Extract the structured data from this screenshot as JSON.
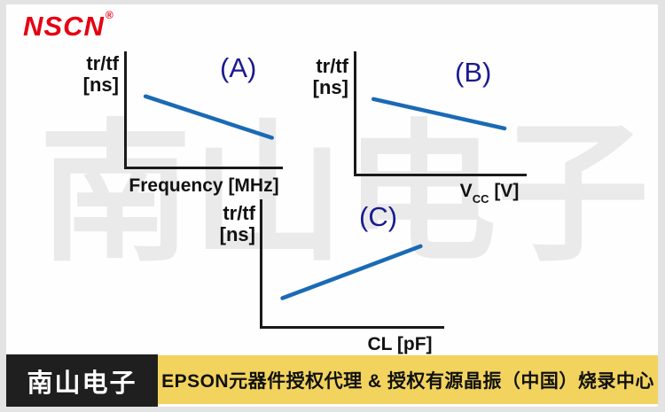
{
  "page": {
    "frame_color": "#e3e3e3",
    "content_background": "#fefefe"
  },
  "logo": {
    "text": "NSCN",
    "registered_mark": "®",
    "color": "#e60012"
  },
  "watermark": {
    "text": "南山电子"
  },
  "charts": [
    {
      "panel": "(A)",
      "ylabel_line1": "tr/tf",
      "ylabel_line2": "[ns]",
      "xlabel": "Frequency [MHz]"
    },
    {
      "panel": "(B)",
      "ylabel_line1": "tr/tf",
      "ylabel_line2": "[ns]",
      "xlabel_main": "V",
      "xlabel_sub": "CC",
      "xlabel_unit": "[V]"
    },
    {
      "panel": "(C)",
      "ylabel_line1": "tr/tf",
      "ylabel_line2": "[ns]",
      "xlabel": "CL [pF]"
    }
  ],
  "chart_data": [
    {
      "type": "line",
      "title": "(A)",
      "xlabel": "Frequency [MHz]",
      "ylabel": "tr/tf [ns]",
      "axes_numeric_ticks": false,
      "trend": "decreasing",
      "points": [
        {
          "x": 0.12,
          "y": 0.61
        },
        {
          "x": 0.93,
          "y": 0.25
        }
      ],
      "line_color": "#1a6ab5"
    },
    {
      "type": "line",
      "title": "(B)",
      "xlabel": "Vcc [V]",
      "ylabel": "tr/tf [ns]",
      "axes_numeric_ticks": false,
      "trend": "slightly decreasing",
      "points": [
        {
          "x": 0.1,
          "y": 0.61
        },
        {
          "x": 0.87,
          "y": 0.37
        }
      ],
      "line_color": "#1a6ab5"
    },
    {
      "type": "line",
      "title": "(C)",
      "xlabel": "CL [pF]",
      "ylabel": "tr/tf [ns]",
      "axes_numeric_ticks": false,
      "trend": "increasing",
      "points": [
        {
          "x": 0.11,
          "y": 0.22
        },
        {
          "x": 0.87,
          "y": 0.63
        }
      ],
      "line_color": "#1a6ab5"
    }
  ],
  "colors": {
    "axis": "#1a1a1a",
    "panel_label": "#1a1a8f",
    "trend_line": "#1a6ab5",
    "watermark": "rgba(0,0,0,0.08)",
    "footer_brand_bg": "#1f1f1f",
    "footer_brand_text": "#ffffff",
    "footer_tagline_bg": "#f2d35e",
    "footer_tagline_text": "#111111"
  },
  "footer": {
    "brand": "南山电子",
    "tagline": "EPSON元器件授权代理 & 授权有源晶振（中国）烧录中心"
  }
}
